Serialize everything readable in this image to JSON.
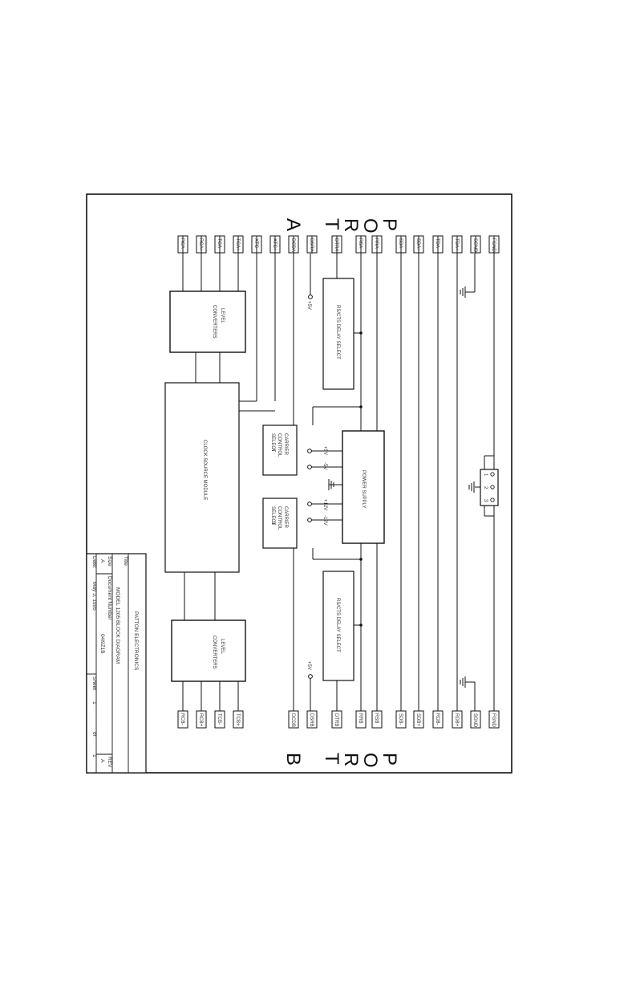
{
  "port_a": {
    "letters": [
      "P",
      "O",
      "R",
      "T",
      "A"
    ]
  },
  "port_b": {
    "letters": [
      "P",
      "O",
      "R",
      "T",
      "B"
    ]
  },
  "port_a_signals": [
    "RCA-",
    "RCA+",
    "TCA-",
    "TCA+",
    "XTC-",
    "XTC+",
    "DCDA",
    "DSRA",
    "DTRA",
    "RSA",
    "RRA",
    "SDA-",
    "SDA+",
    "TDA-",
    "TDA+",
    "SGND",
    "FGND"
  ],
  "port_b_signals": [
    "RCB-",
    "RCB+",
    "TCB-",
    "TCB+",
    "DCDB",
    "DSRB",
    "DTRB",
    "RRB",
    "RSB",
    "SDB-",
    "SDB+",
    "RDB-",
    "RDB+",
    "SGND",
    "FGND"
  ],
  "blocks": {
    "level_converters_a": [
      "LEVEL",
      "CONVERTERS"
    ],
    "level_converters_b": [
      "LEVEL",
      "CONVERTERS"
    ],
    "clock_source": "CLOCK SOURCE MODULE",
    "rs_relay_a": "RS/CTS DELAY SELECT",
    "rs_relay_b": "RS/CTS DELAY SELECT",
    "carrier_a": [
      "CARRIER",
      "CONTROL",
      "SELECT",
      "A"
    ],
    "carrier_b": [
      "CARRIER",
      "CONTROL",
      "SELECT",
      "B"
    ],
    "power_supply": "POWER SUPPLY"
  },
  "rails": {
    "a": "+5V",
    "b": "+5V"
  },
  "ps_outputs": [
    "+5V",
    "-5V",
    "+12V",
    "-12V"
  ],
  "connector_pins": [
    "1",
    "2",
    "3"
  ],
  "title_block": {
    "company": "PATTON ELECTRONICS",
    "title_label": "Title",
    "title": "MODEL 1205 BLOCK DIAGRAM",
    "size_label": "Size",
    "size": "A",
    "docnum_label": "Document Number",
    "docnum": "04I9Z1B",
    "rev_label": "REV",
    "rev": "A",
    "date_label": "Date:",
    "date": "May 3, 1995",
    "sheet_label": "Sheet",
    "sheet": "1",
    "of_label": "of",
    "of": "1"
  }
}
